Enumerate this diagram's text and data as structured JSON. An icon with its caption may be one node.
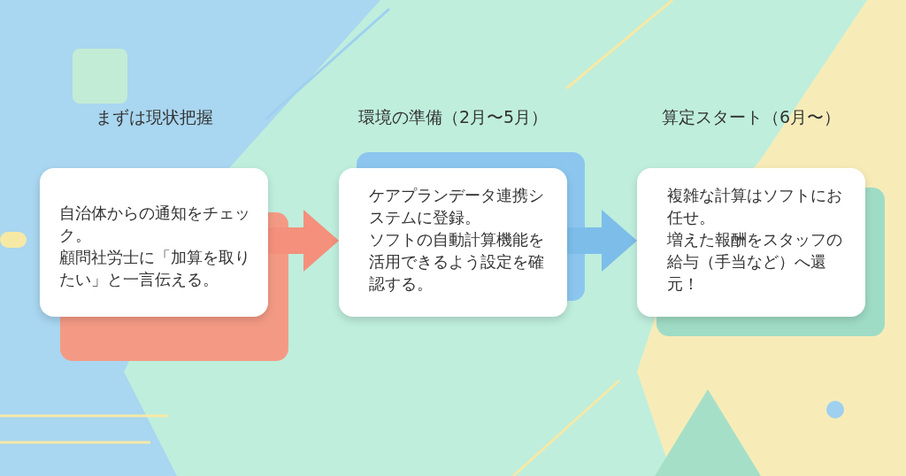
{
  "diagram": {
    "nodes": [
      {
        "text": [
          "まずは現状把握",
          "自治体からの通知をチェック。",
          "顧問社労士に「加算を取りたい」と一言伝える。"
        ]
      },
      {
        "text": [
          "環境の準備（2月〜5月）",
          "ケアプランデータ連携システムに登録。",
          "ソフトの自動計算機能を活用できるよう設定を確認する。"
        ]
      },
      {
        "text": [
          "算定スタート（6月〜）",
          "複雑な計算はソフトにお任せ。",
          "増えた報酬をスタッフの給与（手当など）へ還元！"
        ]
      }
    ],
    "edges": [
      {
        "from": 0,
        "to": 1,
        "arrow": "to",
        "color": "#f4907c"
      },
      {
        "from": 1,
        "to": 2,
        "arrow": "to",
        "color": "#7dbde9"
      }
    ]
  }
}
